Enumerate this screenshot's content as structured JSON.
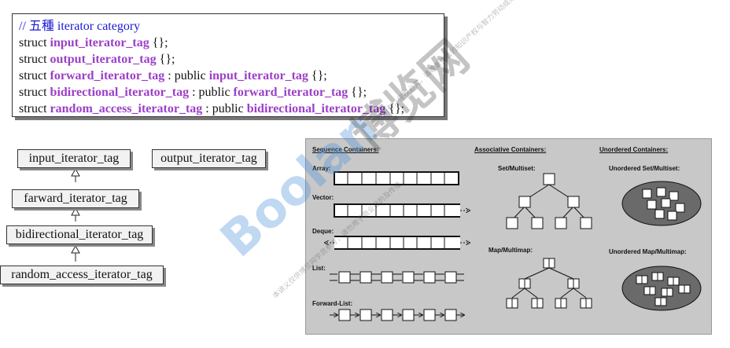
{
  "code": {
    "comment": "// 五種 iterator category",
    "kw_struct": "struct",
    "kw_public": " : public ",
    "body": " {};",
    "tags": {
      "input": "input_iterator_tag",
      "output": "output_iterator_tag",
      "forward": "forward_iterator_tag",
      "bidirectional": "bidirectional_iterator_tag",
      "random_access": "random_access_iterator_tag"
    }
  },
  "hierarchy": {
    "input": "input_iterator_tag",
    "output": "output_iterator_tag",
    "forward": "farward_iterator_tag",
    "bidirectional": "bidirectional_iterator_tag",
    "random_access": "random_access_iterator_tag"
  },
  "containers": {
    "sequence_title": "Sequence Containers:",
    "associative_title": "Associative Containers:",
    "unordered_title": "Unordered Containers:",
    "array": "Array:",
    "vector": "Vector:",
    "deque": "Deque:",
    "list": "List:",
    "forward_list": "Forward-List:",
    "set": "Set/Multiset:",
    "map": "Map/Multimap:",
    "unordered_set": "Unordered Set/Multiset:",
    "unordered_map": "Unordered Map/Multimap:"
  },
  "watermark": {
    "brand": "Boolan",
    "brand_cn": "博览网",
    "line1": "本讲义仅供博览网学员参考，请勿用于商业目的及传播。",
    "line2": "版权所有，侵权必究。请尊重作者的知识产权与智力劳动成果。"
  },
  "colors": {
    "tag": "#9b3fc8",
    "comment": "#1a1ad6",
    "panel": "#c8c8c8",
    "watermark": "#4a8fd8"
  }
}
